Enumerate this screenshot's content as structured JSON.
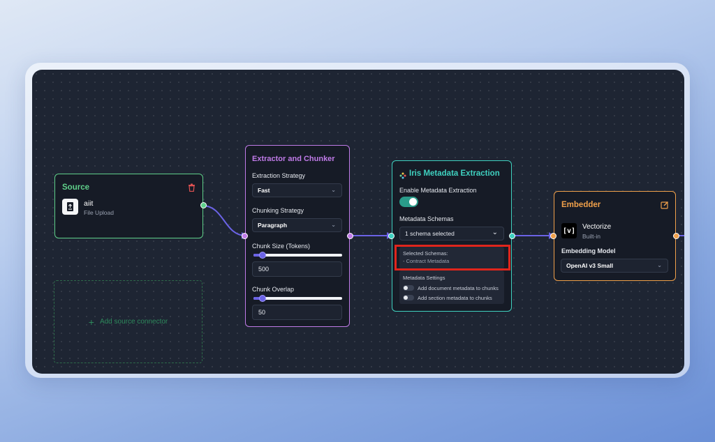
{
  "source": {
    "title": "Source",
    "item_name": "aiit",
    "item_type": "File Upload",
    "add_label": "Add source connector"
  },
  "extractor": {
    "title": "Extractor and Chunker",
    "extraction_label": "Extraction Strategy",
    "extraction_value": "Fast",
    "chunking_label": "Chunking Strategy",
    "chunking_value": "Paragraph",
    "chunk_size_label": "Chunk Size (Tokens)",
    "chunk_size_value": "500",
    "chunk_size_fraction": 0.1,
    "overlap_label": "Chunk Overlap",
    "overlap_value": "50",
    "overlap_fraction": 0.1
  },
  "iris": {
    "title": "Iris Metadata Extraction",
    "enable_label": "Enable Metadata Extraction",
    "enable_on": true,
    "schemas_label": "Metadata Schemas",
    "schemas_value": "1 schema selected",
    "selected_heading": "Selected Schemas:",
    "selected_item": "- Contract Metadata",
    "settings_heading": "Metadata Settings",
    "setting_doc": "Add document metadata to chunks",
    "setting_section": "Add section metadata to chunks"
  },
  "embedder": {
    "title": "Embedder",
    "provider_logo": "[v]",
    "provider_name": "Vectorize",
    "provider_type": "Built-in",
    "model_label": "Embedding Model",
    "model_value": "OpenAI v3 Small"
  },
  "colors": {
    "source_accent": "#5fd08a",
    "extractor_accent": "#c07be8",
    "iris_accent": "#3fd1c0",
    "embedder_accent": "#f0a04a",
    "edge": "#6b63e6",
    "highlight": "#e0251c"
  },
  "icons": {
    "delete": "trash-icon",
    "file": "file-upload-icon",
    "add": "plus-icon",
    "edit": "edit-icon",
    "iris": "iris-sparkle-icon"
  }
}
